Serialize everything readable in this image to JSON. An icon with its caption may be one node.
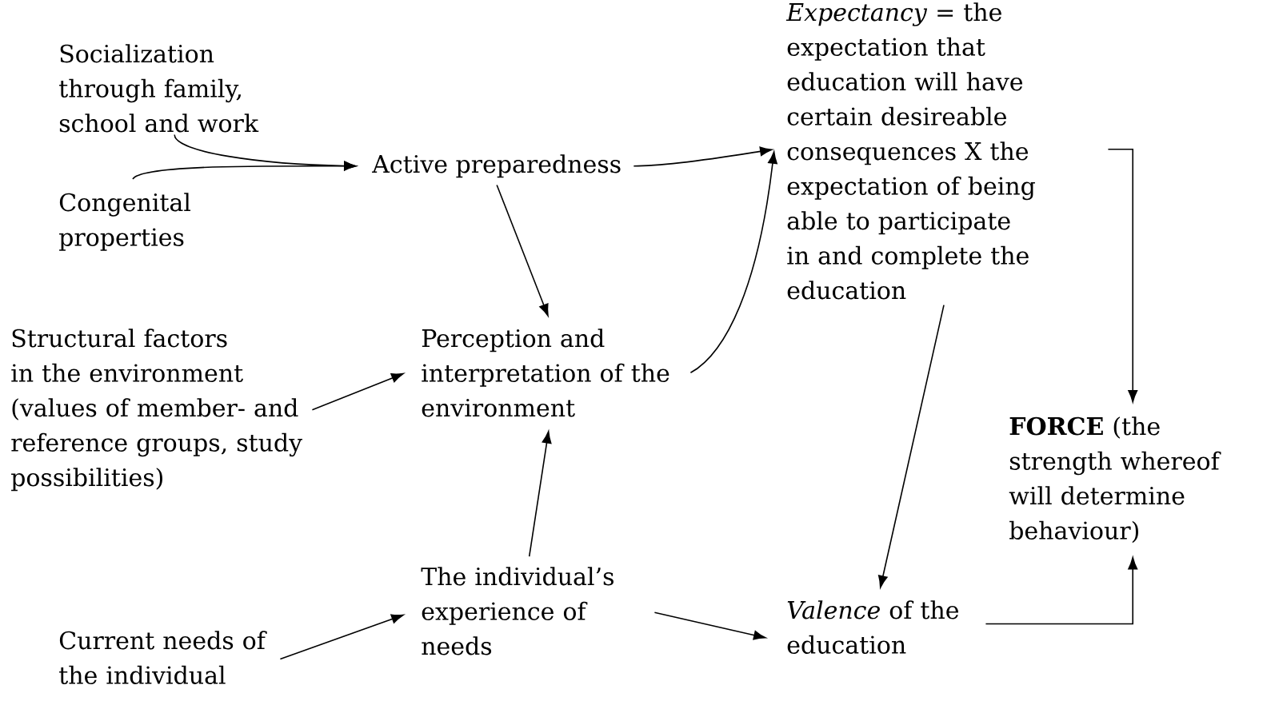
{
  "diagram": {
    "nodes": [
      {
        "text": [
          "Socialization through family, school and work"
        ]
      },
      {
        "text": [
          "Congenital properties"
        ]
      },
      {
        "text": [
          "Active preparedness"
        ]
      },
      {
        "text": [
          "*Expectancy* = the expectation that education will have certain desireable consequences X the expectation of being able to participate in and complete the education"
        ]
      },
      {
        "text": [
          "Structural factors in the environment (values of member- and reference groups, study possibilities)"
        ]
      },
      {
        "text": [
          "Perception and interpretation of the environment"
        ]
      },
      {
        "text": [
          "**FORCE** (the strength whereof will determine behaviour)"
        ]
      },
      {
        "text": [
          "The individual’s experience of needs"
        ]
      },
      {
        "text": [
          "Current needs of the individual"
        ]
      },
      {
        "text": [
          "*Valence* of the education"
        ]
      }
    ],
    "edges": [
      {
        "from": 0,
        "to": 2,
        "arrow": "to"
      },
      {
        "from": 1,
        "to": 2,
        "arrow": "to"
      },
      {
        "from": 2,
        "to": 3,
        "arrow": "to"
      },
      {
        "from": 2,
        "to": 5,
        "arrow": "to"
      },
      {
        "from": 5,
        "to": 3,
        "arrow": "to"
      },
      {
        "from": 4,
        "to": 5,
        "arrow": "to"
      },
      {
        "from": 7,
        "to": 5,
        "arrow": "to"
      },
      {
        "from": 8,
        "to": 7,
        "arrow": "to"
      },
      {
        "from": 7,
        "to": 9,
        "arrow": "to"
      },
      {
        "from": 3,
        "to": 9,
        "arrow": "to"
      },
      {
        "from": 3,
        "to": 6,
        "arrow": "to"
      },
      {
        "from": 9,
        "to": 6,
        "arrow": "to"
      }
    ]
  }
}
